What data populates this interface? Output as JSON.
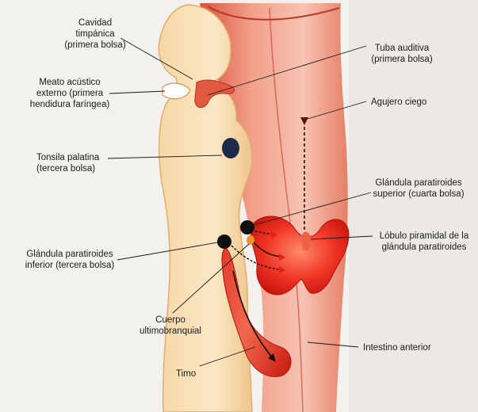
{
  "diagram": {
    "labels": {
      "cavidad_timpanica": [
        "Cavidad",
        "timpánica",
        "(primera bolsa)"
      ],
      "meato_acustico": [
        "Meato acústico",
        "externo (primera",
        "hendidura faríngea)"
      ],
      "tonsila_palatina": [
        "Tonsila palatina",
        "(tercera bolsa)"
      ],
      "paratiroides_inferior": [
        "Glándula paratiroides",
        "inferior (tercera bolsa)"
      ],
      "cuerpo_ultimobranquial": [
        "Cuerpo",
        "ultimobranquial"
      ],
      "timo": [
        "Timo"
      ],
      "tuba_auditiva": [
        "Tuba auditiva",
        "(primera bolsa)"
      ],
      "agujero_ciego": [
        "Agujero ciego"
      ],
      "paratiroides_superior": [
        "Glándula paratiroides",
        "superior (cuarta bolsa)"
      ],
      "lobulo_piramidal": [
        "Lóbulo piramidal de la",
        "glándula paratiroides"
      ],
      "intestino_anterior": [
        "Intestino anterior"
      ]
    },
    "colors": {
      "pharynx_tissue": "#f3cf98",
      "foregut": "#e8705a",
      "thyroid": "#e8231e",
      "thymus": "#d8231a",
      "pouch_node": "#111111",
      "tonsil": "#1e2a4a"
    }
  }
}
